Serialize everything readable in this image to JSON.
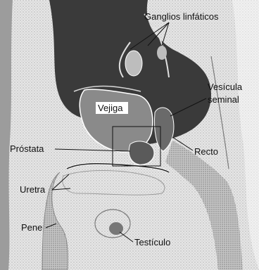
{
  "labels": {
    "ganglios": "Ganglios linfáticos",
    "vesicula_line1": "Vesícula",
    "vesicula_line2": "seminal",
    "vejiga": "Vejiga",
    "prostata": "Próstata",
    "recto": "Recto",
    "uretra": "Uretra",
    "pene": "Pene",
    "testiculo": "Testículo"
  },
  "colors": {
    "dark_organ": "#3a3a3a",
    "mid_tissue": "#8a8a8a",
    "light_tissue": "#cfcfcf",
    "stipple": "#b8b8b8"
  }
}
